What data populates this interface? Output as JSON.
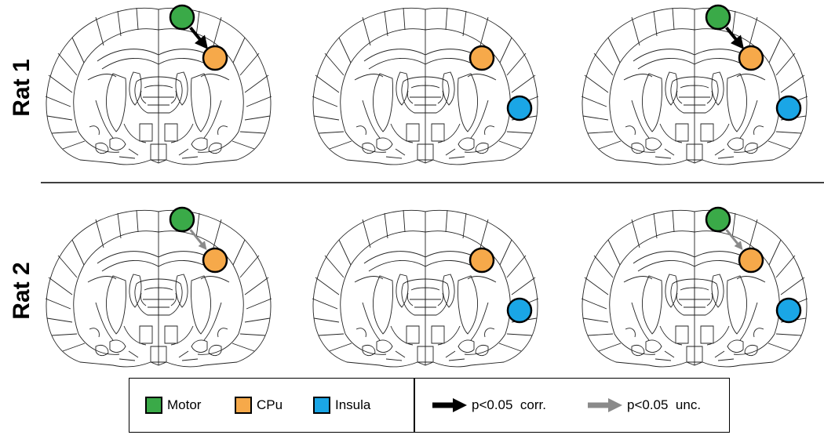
{
  "rows": [
    {
      "label": "Rat 1",
      "panels": [
        {
          "motor": true,
          "cpu": true,
          "insula": false,
          "arrow": "corr"
        },
        {
          "motor": false,
          "cpu": true,
          "insula": true,
          "arrow": "none"
        },
        {
          "motor": true,
          "cpu": true,
          "insula": true,
          "arrow": "corr"
        }
      ]
    },
    {
      "label": "Rat 2",
      "panels": [
        {
          "motor": true,
          "cpu": true,
          "insula": false,
          "arrow": "unc"
        },
        {
          "motor": false,
          "cpu": true,
          "insula": true,
          "arrow": "none"
        },
        {
          "motor": true,
          "cpu": true,
          "insula": true,
          "arrow": "unc"
        }
      ]
    }
  ],
  "legend": {
    "regions": [
      {
        "label": "Motor",
        "color": "#3aaa48"
      },
      {
        "label": "CPu",
        "color": "#f6a94a"
      },
      {
        "label": "Insula",
        "color": "#1aa6e6"
      }
    ],
    "arrows": [
      {
        "label": "p<0.05  corr.",
        "color": "#000000"
      },
      {
        "label": "p<0.05  unc.",
        "color": "#8a8a8a"
      }
    ]
  }
}
